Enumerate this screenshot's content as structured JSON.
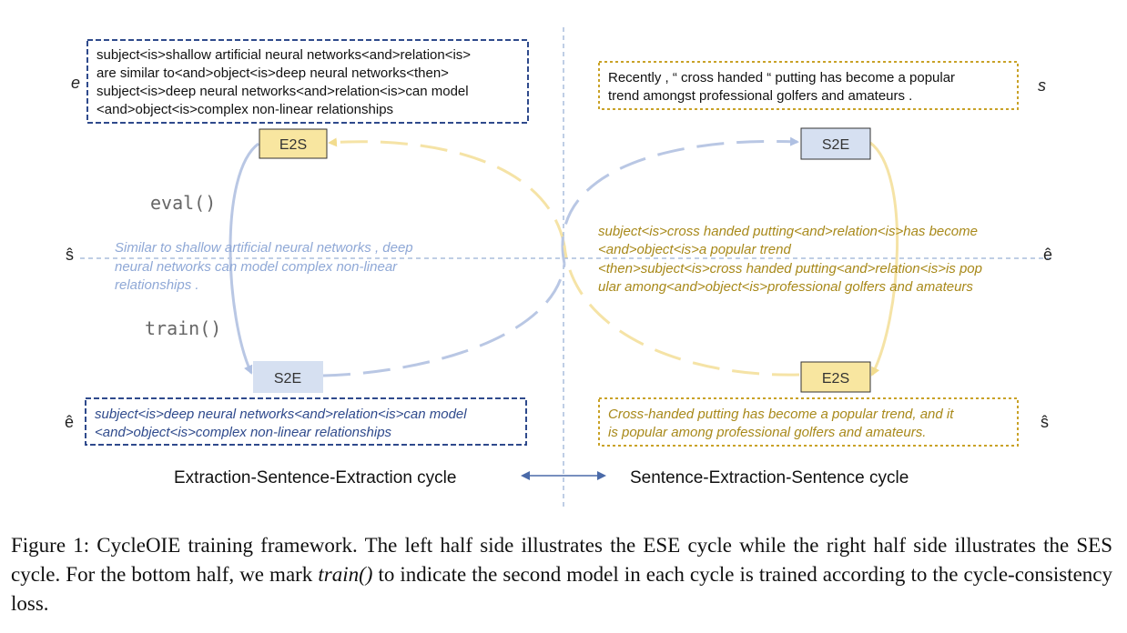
{
  "colors": {
    "dark_blue": "#2F4A8C",
    "light_blue": "#8FA8D6",
    "arrow_blue": "#B9C7E4",
    "yellow_box": "#F8E6A0",
    "blue_box": "#D6E0F1",
    "gold_text": "#A8891A",
    "gold_border": "#C9A227",
    "arrow_yellow": "#F5E3A6",
    "divider": "#7F9CCB"
  },
  "symbols": {
    "e": "e",
    "s": "s",
    "s_hat": "ŝ",
    "e_hat": "ê"
  },
  "left": {
    "e_box_lines": [
      "subject<is>shallow artificial neural networks<and>relation<is>",
      "are similar to<and>object<is>deep neural networks<then>",
      "subject<is>deep neural networks<and>relation<is>can model",
      "<and>object<is>complex non-linear relationships"
    ],
    "e2s_label": "E2S",
    "eval_label": "eval()",
    "train_label": "train()",
    "s_hat_lines": [
      "Similar to shallow artificial neural networks , deep",
      "neural networks can model complex non-linear",
      "relationships ."
    ],
    "s2e_label": "S2E",
    "e_hat_box_lines": [
      "subject<is>deep neural networks<and>relation<is>can model",
      "<and>object<is>complex non-linear relationships"
    ],
    "cycle_label": "Extraction-Sentence-Extraction cycle"
  },
  "right": {
    "s_box_lines": [
      "Recently , “ cross handed “ putting has become a popular",
      "trend amongst professional golfers and amateurs ."
    ],
    "s2e_label": "S2E",
    "e_hat_lines": [
      "subject<is>cross handed putting<and>relation<is>has become",
      "<and>object<is>a popular trend",
      "<then>subject<is>cross handed putting<and>relation<is>is pop",
      "ular among<and>object<is>professional golfers and amateurs"
    ],
    "e2s_label": "E2S",
    "s_hat_box_lines": [
      "Cross-handed putting has become a popular trend, and it",
      "is popular among professional golfers and amateurs."
    ],
    "cycle_label": "Sentence-Extraction-Sentence cycle"
  },
  "caption": {
    "part1": "Figure 1: CycleOIE training framework.  The left half side illustrates the ESE cycle while the right half side illustrates the SES cycle. For the bottom half, we mark ",
    "emph": "train()",
    "part2": " to indicate the second model in each cycle is trained according to the cycle-consistency loss."
  }
}
